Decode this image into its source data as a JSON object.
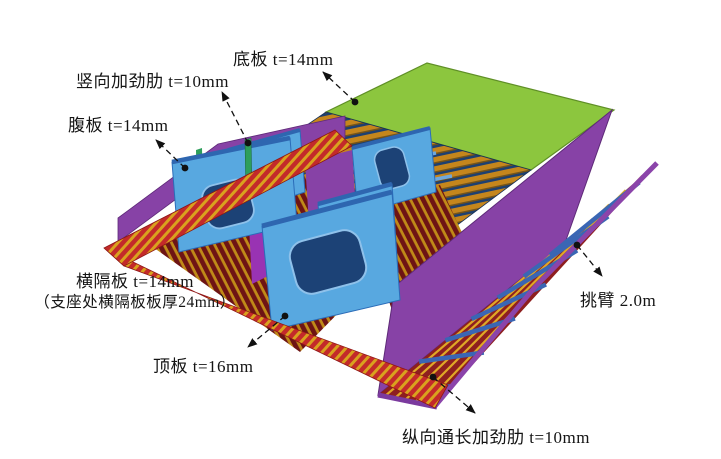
{
  "diagram": {
    "labels": {
      "bottom_plate": "底板 t=14mm",
      "vertical_stiffener": "竖向加劲肋 t=10mm",
      "web": "腹板 t=14mm",
      "diaphragm": "横隔板 t=14mm",
      "diaphragm_note": "（支座处横隔板板厚24mm）",
      "top_plate": "顶板 t=16mm",
      "cantilever": "挑臂 2.0m",
      "longitudinal_stiffener": "纵向通长加劲肋 t=10mm"
    },
    "colors": {
      "bottom_plate_green": "#8cc63e",
      "web_purple": "#8742a6",
      "web_purple_light": "#9933b3",
      "diaphragm_blue": "#58a8e0",
      "diaphragm_flange": "#2e66b0",
      "manhole_blue": "#1c4276",
      "deck_red": "#c32a2a",
      "cantilever_red": "#8e1f1f",
      "stiffener_gold": "#dfa826",
      "rib_blue": "#3a66b4",
      "vertical_stiffener_green": "#2e9e5b",
      "annotation": "#111111",
      "background": "#ffffff"
    }
  }
}
